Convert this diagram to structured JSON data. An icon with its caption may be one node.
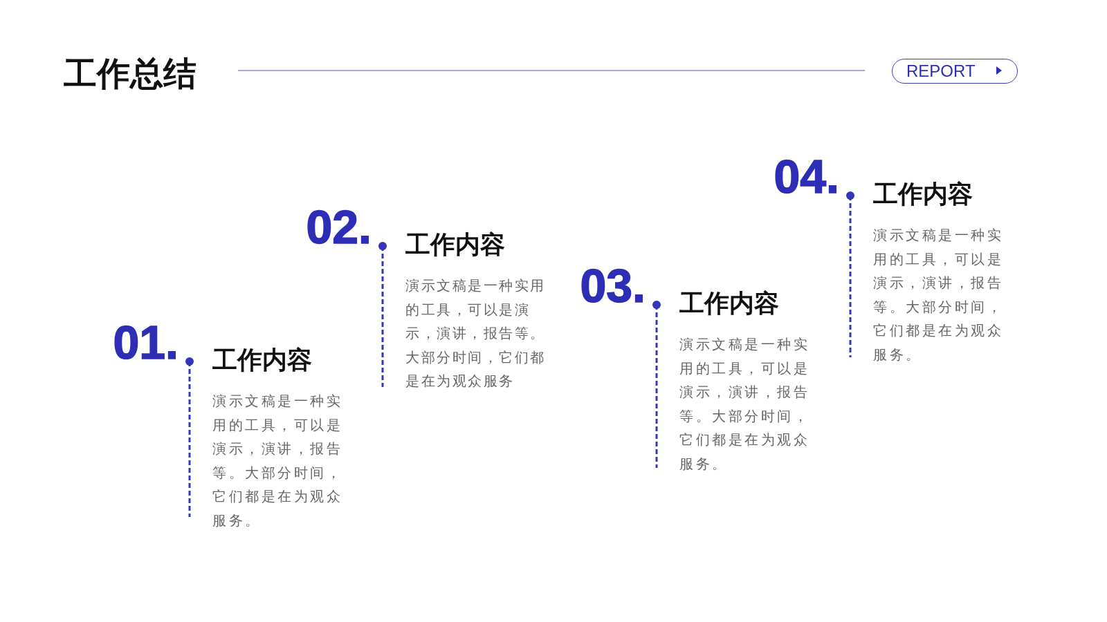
{
  "diagram": {
    "title": "工作总结",
    "labels": [
      "REPORT",
      "01.",
      "工作内容",
      "演示文稿是一种实用的工具，可以是演示，演讲，报告等。大部分时间，它们都是在为观众服务。",
      "02.",
      "工作内容",
      "演示文稿是一种实用的工具，可以是演示，演讲，报告等。大部分时间，它们都是在为观众服务",
      "03.",
      "工作内容",
      "演示文稿是一种实用的工具，可以是演示，演讲，报告等。大部分时间，它们都是在为观众服务。",
      "04.",
      "工作内容",
      "演示文稿是一种实用的工具，可以是演示，演讲，报告等。大部分时间，它们都是在为观众服务。"
    ]
  }
}
